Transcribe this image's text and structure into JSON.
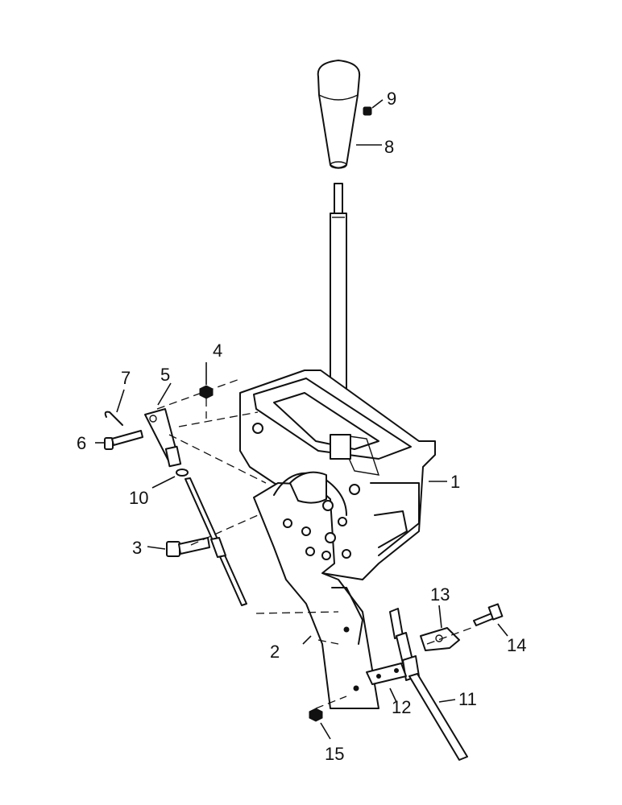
{
  "callouts": [
    {
      "id": "1",
      "text": "1"
    },
    {
      "id": "2",
      "text": "2"
    },
    {
      "id": "3",
      "text": "3"
    },
    {
      "id": "4",
      "text": "4"
    },
    {
      "id": "5",
      "text": "5"
    },
    {
      "id": "6",
      "text": "6"
    },
    {
      "id": "7",
      "text": "7"
    },
    {
      "id": "8",
      "text": "8"
    },
    {
      "id": "9",
      "text": "9"
    },
    {
      "id": "10",
      "text": "10"
    },
    {
      "id": "11",
      "text": "11"
    },
    {
      "id": "12",
      "text": "12"
    },
    {
      "id": "13",
      "text": "13"
    },
    {
      "id": "14",
      "text": "14"
    },
    {
      "id": "15",
      "text": "15"
    }
  ]
}
